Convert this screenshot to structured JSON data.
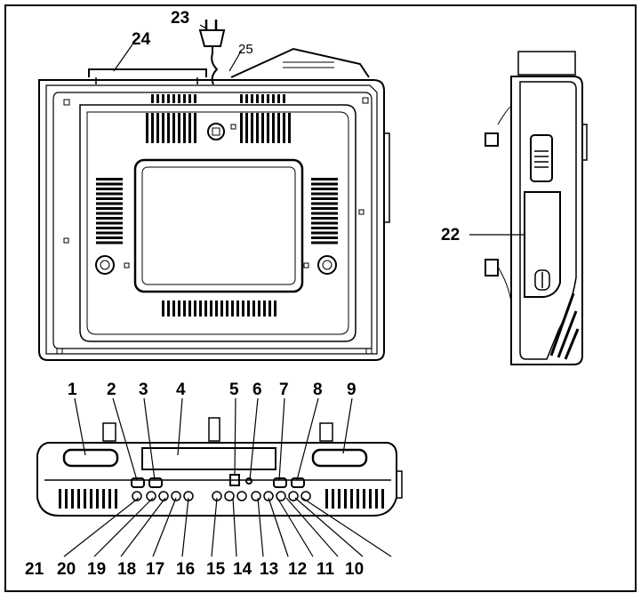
{
  "callouts": {
    "n1": "1",
    "n2": "2",
    "n3": "3",
    "n4": "4",
    "n5": "5",
    "n6": "6",
    "n7": "7",
    "n8": "8",
    "n9": "9",
    "n10": "10",
    "n11": "11",
    "n12": "12",
    "n13": "13",
    "n14": "14",
    "n15": "15",
    "n16": "16",
    "n17": "17",
    "n18": "18",
    "n19": "19",
    "n20": "20",
    "n21": "21",
    "n22": "22",
    "n23": "23",
    "n24": "24",
    "n25": "25"
  },
  "colors": {
    "line": "#000000",
    "background": "#ffffff"
  }
}
